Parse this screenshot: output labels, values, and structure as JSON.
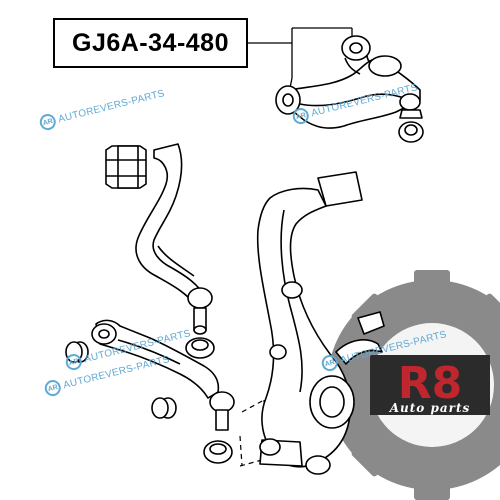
{
  "part_number": "GJ6A-34-480",
  "watermarks": [
    {
      "logo": "AR",
      "text": "AUTOREVERS-PARTS"
    },
    {
      "logo": "AR",
      "text": "AUTOREVERS-PARTS"
    },
    {
      "logo": "AR",
      "text": "AUTOREVERS-PARTS"
    },
    {
      "logo": "AR",
      "text": "AUTOREVERS-PARTS"
    },
    {
      "logo": "AR",
      "text": "AUTOREVERS-PARTS"
    }
  ],
  "brand": {
    "logo_text": "R8",
    "subtitle": "Auto parts"
  },
  "colors": {
    "watermark": "#5fa9d3",
    "gear": "#8a8a8a",
    "r8_red": "#c0262d",
    "r8_dark": "#2b2b2b",
    "line": "#000000"
  }
}
